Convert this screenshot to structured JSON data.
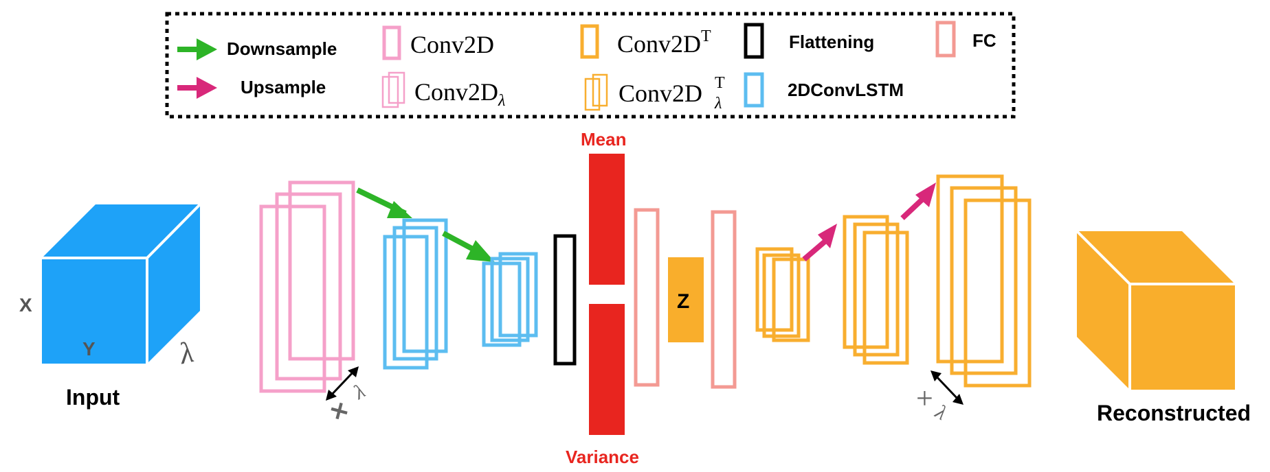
{
  "legend": {
    "downsample": "Downsample",
    "upsample": "Upsample",
    "conv2d": "Conv2D",
    "conv2d_lambda": "Conv2D",
    "conv2d_lambda_sub": "λ",
    "conv2dt": "Conv2D",
    "conv2dt_sup": "T",
    "conv2dt_lambda": "Conv2D",
    "conv2dt_lambda_sup": "T",
    "conv2dt_lambda_sub": "λ",
    "flattening": "Flattening",
    "convlstm": "2DConvLSTM",
    "fc": "FC"
  },
  "input": {
    "label": "Input",
    "axis_x": "X",
    "axis_y": "Y",
    "axis_lambda": "λ"
  },
  "output": {
    "label": "Reconstructed"
  },
  "latent": {
    "mean": "Mean",
    "variance": "Variance",
    "z": "Z"
  },
  "annotations": {
    "times_symbol": "×",
    "times_lambda": "λ",
    "plus_symbol": "+",
    "plus_lambda": "λ"
  },
  "colors": {
    "downsample_green": "#2db427",
    "upsample_magenta": "#d8287a",
    "conv2d_pink": "#f5a0c9",
    "conv2dt_orange": "#f8ae2f",
    "convlstm_blue": "#5cbdf0",
    "flatten_black": "#000000",
    "fc_salmon": "#f39a93",
    "input_blue": "#1ea2f8",
    "output_orange": "#f9ae2c",
    "latent_red": "#e8251f"
  }
}
